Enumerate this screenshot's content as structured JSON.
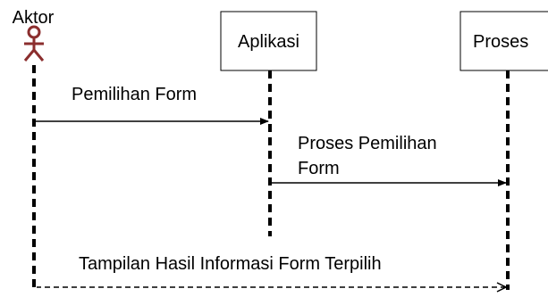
{
  "participants": {
    "actor": "Aktor",
    "app": "Aplikasi",
    "process": "Proses"
  },
  "messages": {
    "m1": "Pemilihan Form",
    "m2_line1": "Proses Pemilihan",
    "m2_line2": "Form",
    "m3": "Tampilan Hasil Informasi Form Terpilih"
  },
  "colors": {
    "actor": "#8B2E2E",
    "line": "#000000"
  }
}
